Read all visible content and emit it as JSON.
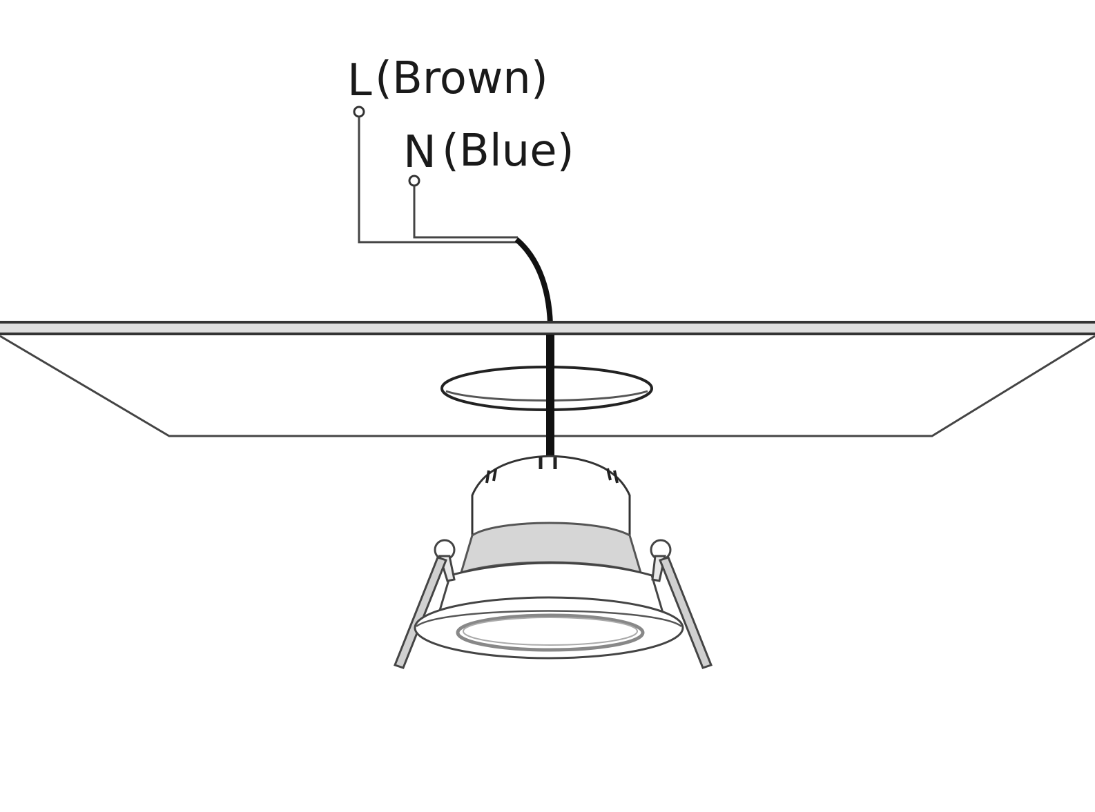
{
  "diagram": {
    "type": "wiring installation diagram",
    "subject": "recessed LED downlight installed in ceiling cutout",
    "labels": {
      "live": {
        "terminal": "L",
        "color_note": "(Brown)",
        "full": "L(Brown)"
      },
      "neutral": {
        "terminal": "N",
        "color_note": "(Blue)",
        "full": "N(Blue)"
      }
    },
    "components": [
      "live-terminal",
      "neutral-terminal",
      "supply-cable",
      "ceiling-panel",
      "ceiling-cutout",
      "driver-housing",
      "lamp-body",
      "spring-clips",
      "bezel-trim",
      "lens"
    ],
    "colors": {
      "line": "#333333",
      "cable": "#111111",
      "ceiling_fill": "#dcdcdc",
      "lamp_shade": "#d6d6d6",
      "background": "#ffffff"
    }
  }
}
